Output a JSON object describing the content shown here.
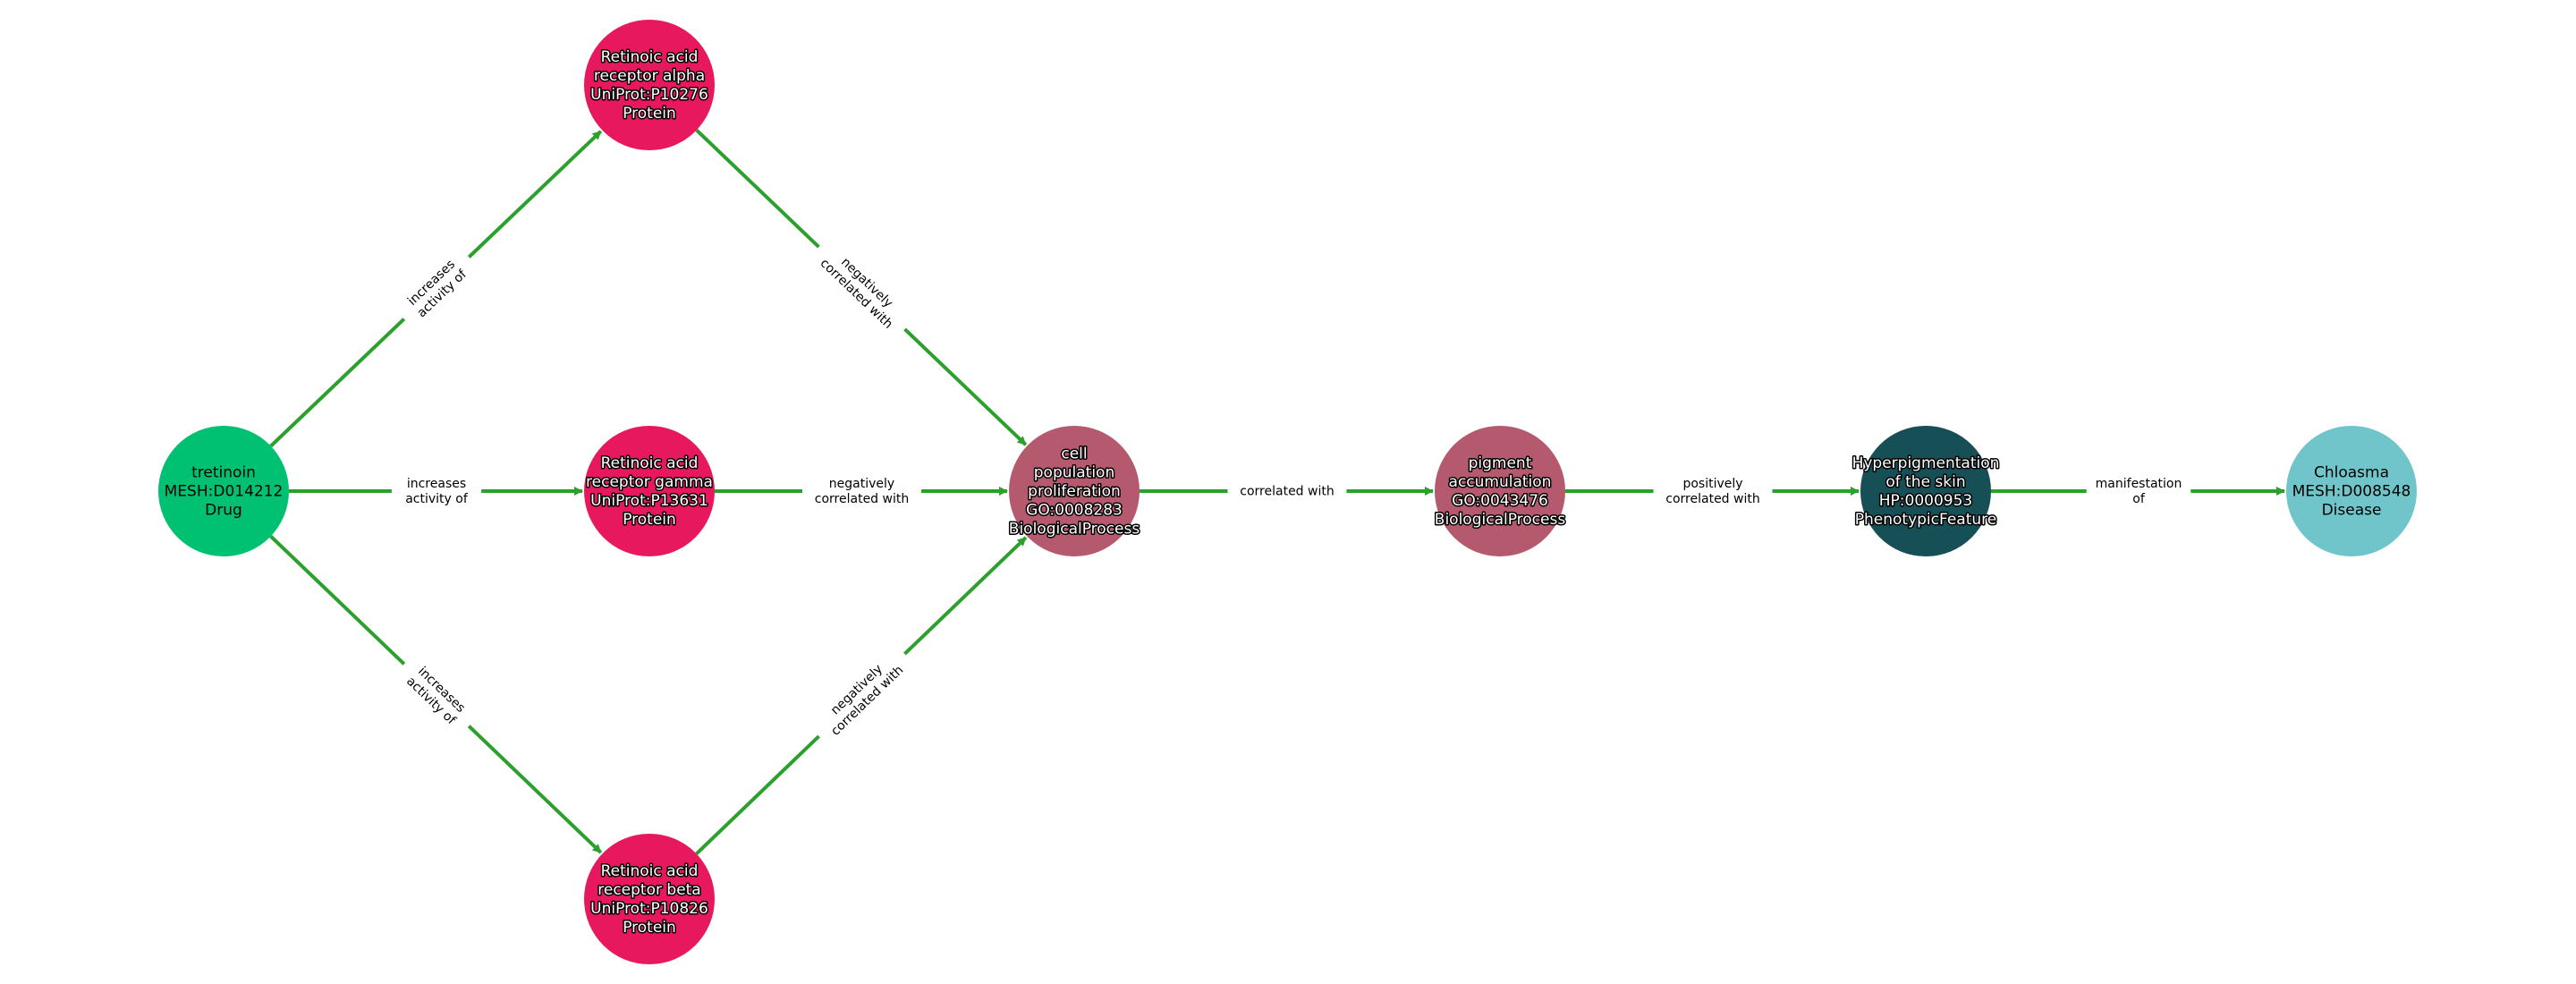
{
  "colors": {
    "edge": "#2ca02c",
    "Drug": "#00c172",
    "Protein": "#e8185f",
    "BiologicalProcess": "#b55a6e",
    "PhenotypicFeature": "#174f57",
    "Disease": "#6fc5ca"
  },
  "nodes": [
    {
      "id": "tretinoin",
      "type": "Drug",
      "lines": [
        "tretinoin",
        "MESH:D014212",
        "Drug"
      ]
    },
    {
      "id": "rara",
      "type": "Protein",
      "lines": [
        "Retinoic acid",
        "receptor alpha",
        "UniProt:P10276",
        "Protein"
      ]
    },
    {
      "id": "rarg",
      "type": "Protein",
      "lines": [
        "Retinoic acid",
        "receptor gamma",
        "UniProt:P13631",
        "Protein"
      ]
    },
    {
      "id": "rarb",
      "type": "Protein",
      "lines": [
        "Retinoic acid",
        "receptor beta",
        "UniProt:P10826",
        "Protein"
      ]
    },
    {
      "id": "cellprolif",
      "type": "BiologicalProcess",
      "lines": [
        "cell",
        "population",
        "proliferation",
        "GO:0008283",
        "BiologicalProcess"
      ]
    },
    {
      "id": "pigment",
      "type": "BiologicalProcess",
      "lines": [
        "pigment",
        "accumulation",
        "GO:0043476",
        "BiologicalProcess"
      ]
    },
    {
      "id": "hyperpig",
      "type": "PhenotypicFeature",
      "lines": [
        "Hyperpigmentation",
        "of the skin",
        "HP:0000953",
        "PhenotypicFeature"
      ]
    },
    {
      "id": "chloasma",
      "type": "Disease",
      "lines": [
        "Chloasma",
        "MESH:D008548",
        "Disease"
      ]
    }
  ],
  "edges": [
    {
      "source": "tretinoin",
      "target": "rara",
      "lines": [
        "increases",
        "activity of"
      ]
    },
    {
      "source": "tretinoin",
      "target": "rarg",
      "lines": [
        "increases",
        "activity of"
      ]
    },
    {
      "source": "tretinoin",
      "target": "rarb",
      "lines": [
        "increases",
        "activity of"
      ]
    },
    {
      "source": "rara",
      "target": "cellprolif",
      "lines": [
        "negatively",
        "correlated with"
      ]
    },
    {
      "source": "rarg",
      "target": "cellprolif",
      "lines": [
        "negatively",
        "correlated with"
      ]
    },
    {
      "source": "rarb",
      "target": "cellprolif",
      "lines": [
        "negatively",
        "correlated with"
      ]
    },
    {
      "source": "cellprolif",
      "target": "pigment",
      "lines": [
        "correlated with"
      ]
    },
    {
      "source": "pigment",
      "target": "hyperpig",
      "lines": [
        "positively",
        "correlated with"
      ]
    },
    {
      "source": "hyperpig",
      "target": "chloasma",
      "lines": [
        "manifestation",
        "of"
      ]
    }
  ]
}
